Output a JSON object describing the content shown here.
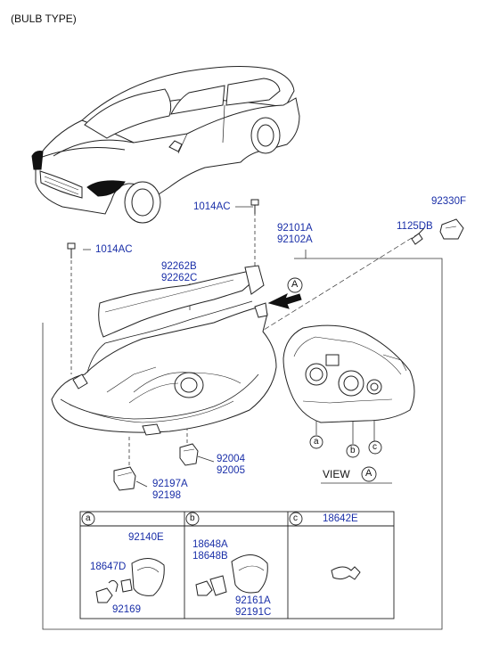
{
  "title": "(BULB TYPE)",
  "parts": {
    "p1014ac_top": "1014AC",
    "p1014ac_left": "1014AC",
    "p92101a": "92101A",
    "p92102a": "92102A",
    "p1125db": "1125DB",
    "p92330f": "92330F",
    "p92262b": "92262B",
    "p92262c": "92262C",
    "p92004": "92004",
    "p92005": "92005",
    "p92197a": "92197A",
    "p92198": "92198"
  },
  "view": {
    "label": "VIEW",
    "marker": "A",
    "arrow_marker": "A",
    "callouts": [
      "a",
      "b",
      "c"
    ]
  },
  "table": {
    "headers": [
      {
        "marker": "a",
        "code": ""
      },
      {
        "marker": "b",
        "code": ""
      },
      {
        "marker": "c",
        "code": "18642E"
      }
    ],
    "cell_a": {
      "p92140e": "92140E",
      "p18647d": "18647D",
      "p92169": "92169"
    },
    "cell_b": {
      "p18648a": "18648A",
      "p18648b": "18648B",
      "p92161a": "92161A",
      "p92191c": "92191C"
    }
  },
  "colors": {
    "part_number": "#1a2fa8",
    "line": "#222222"
  }
}
